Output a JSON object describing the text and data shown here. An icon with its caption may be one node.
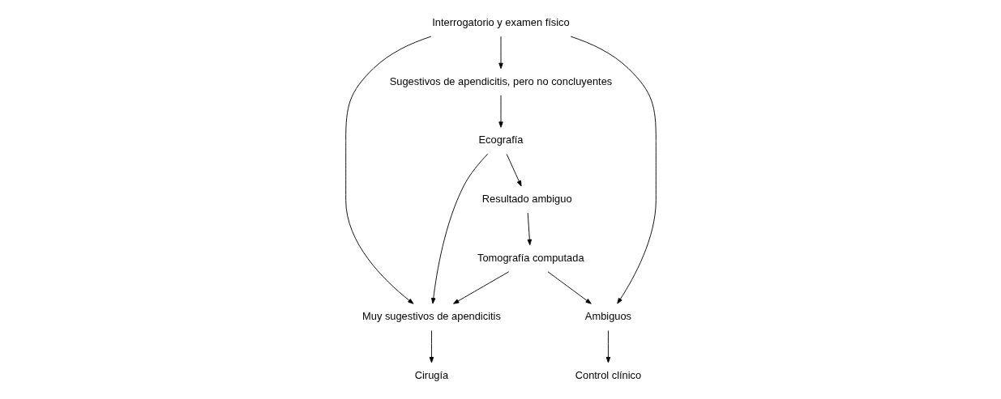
{
  "diagram": {
    "nodes": [
      {
        "text": [
          "Interrogatorio y examen físico"
        ]
      },
      {
        "text": [
          "Muy sugestivos de apendicitis"
        ]
      },
      {
        "text": [
          "Sugestivos de apendicitis, pero no concluyentes"
        ]
      },
      {
        "text": [
          "Ambiguos"
        ]
      },
      {
        "text": [
          "Cirugía"
        ]
      },
      {
        "text": [
          "Ecografía"
        ]
      },
      {
        "text": [
          "Control clínico"
        ]
      },
      {
        "text": [
          "Resultado ambiguo"
        ]
      },
      {
        "text": [
          "Tomografía computada"
        ]
      }
    ],
    "edges": [
      {
        "from": 0,
        "to": 1,
        "arrow": "to"
      },
      {
        "from": 0,
        "to": 2,
        "arrow": "to"
      },
      {
        "from": 0,
        "to": 3,
        "arrow": "to"
      },
      {
        "from": 1,
        "to": 4,
        "arrow": "to"
      },
      {
        "from": 2,
        "to": 5,
        "arrow": "to"
      },
      {
        "from": 5,
        "to": 1,
        "arrow": "to"
      },
      {
        "from": 3,
        "to": 6,
        "arrow": "to"
      },
      {
        "from": 5,
        "to": 7,
        "arrow": "to"
      },
      {
        "from": 7,
        "to": 8,
        "arrow": "to"
      },
      {
        "from": 8,
        "to": 1,
        "arrow": "to"
      },
      {
        "from": 8,
        "to": 3,
        "arrow": "to"
      }
    ]
  }
}
